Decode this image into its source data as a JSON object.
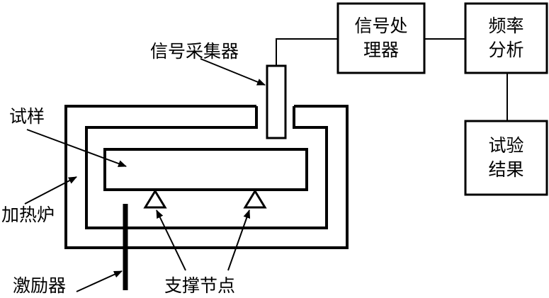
{
  "labels": {
    "signal_collector": "信号采集器",
    "specimen": "试样",
    "furnace": "加热炉",
    "exciter": "激励器",
    "support_nodes": "支撑节点"
  },
  "boxes": {
    "signal_processor": {
      "line1": "信号处",
      "line2": "理器"
    },
    "frequency_analysis": {
      "line1": "频率",
      "line2": "分析"
    },
    "test_result": {
      "line1": "试验",
      "line2": "结果"
    }
  },
  "colors": {
    "stroke": "#000000",
    "background": "#ffffff"
  }
}
